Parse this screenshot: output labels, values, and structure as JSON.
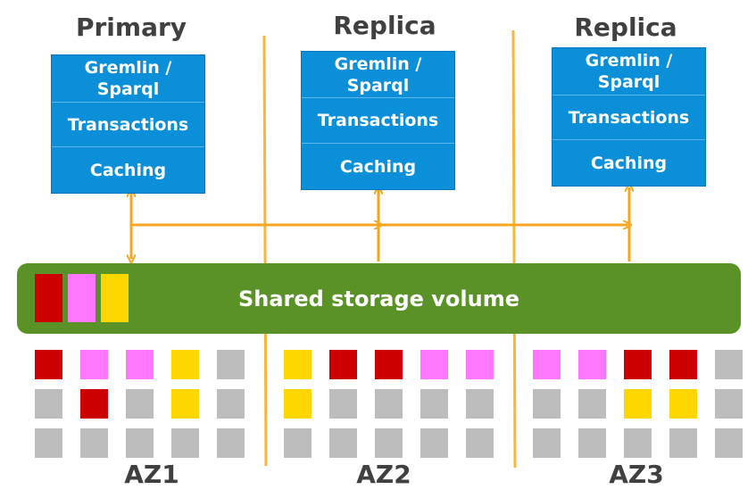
{
  "nodes": [
    {
      "title": "Primary",
      "layers": [
        "Gremlin /\nSparql",
        "Transactions",
        "Caching"
      ]
    },
    {
      "title": "Replica",
      "layers": [
        "Gremlin /\nSparql",
        "Transactions",
        "Caching"
      ]
    },
    {
      "title": "Replica",
      "layers": [
        "Gremlin /\nSparql",
        "Transactions",
        "Caching"
      ]
    }
  ],
  "storage": {
    "label": "Shared storage volume",
    "legend_colors": [
      "#cc0000",
      "#ff77ff",
      "#ffd700"
    ]
  },
  "availability_zones": [
    {
      "label": "AZ1",
      "grid": [
        [
          "red",
          "pink",
          "pink",
          "yellow",
          "gray"
        ],
        [
          "gray",
          "red",
          "gray",
          "yellow",
          "gray"
        ],
        [
          "gray",
          "gray",
          "gray",
          "gray",
          "gray"
        ]
      ]
    },
    {
      "label": "AZ2",
      "grid": [
        [
          "yellow",
          "red",
          "red",
          "pink",
          "pink"
        ],
        [
          "yellow",
          "gray",
          "gray",
          "gray",
          "gray"
        ],
        [
          "gray",
          "gray",
          "gray",
          "gray",
          "gray"
        ]
      ]
    },
    {
      "label": "AZ3",
      "grid": [
        [
          "pink",
          "pink",
          "red",
          "red",
          "gray"
        ],
        [
          "gray",
          "gray",
          "yellow",
          "yellow",
          "gray"
        ],
        [
          "gray",
          "gray",
          "gray",
          "gray",
          "gray"
        ]
      ]
    }
  ],
  "colors": {
    "red": "#cc0000",
    "pink": "#ff77ff",
    "yellow": "#ffd700",
    "gray": "#bdbdbd",
    "node_blue": "#0a8fd8",
    "storage_green": "#5a9228",
    "connector_orange": "#f5a623",
    "divider_orange": "#f5b642"
  }
}
